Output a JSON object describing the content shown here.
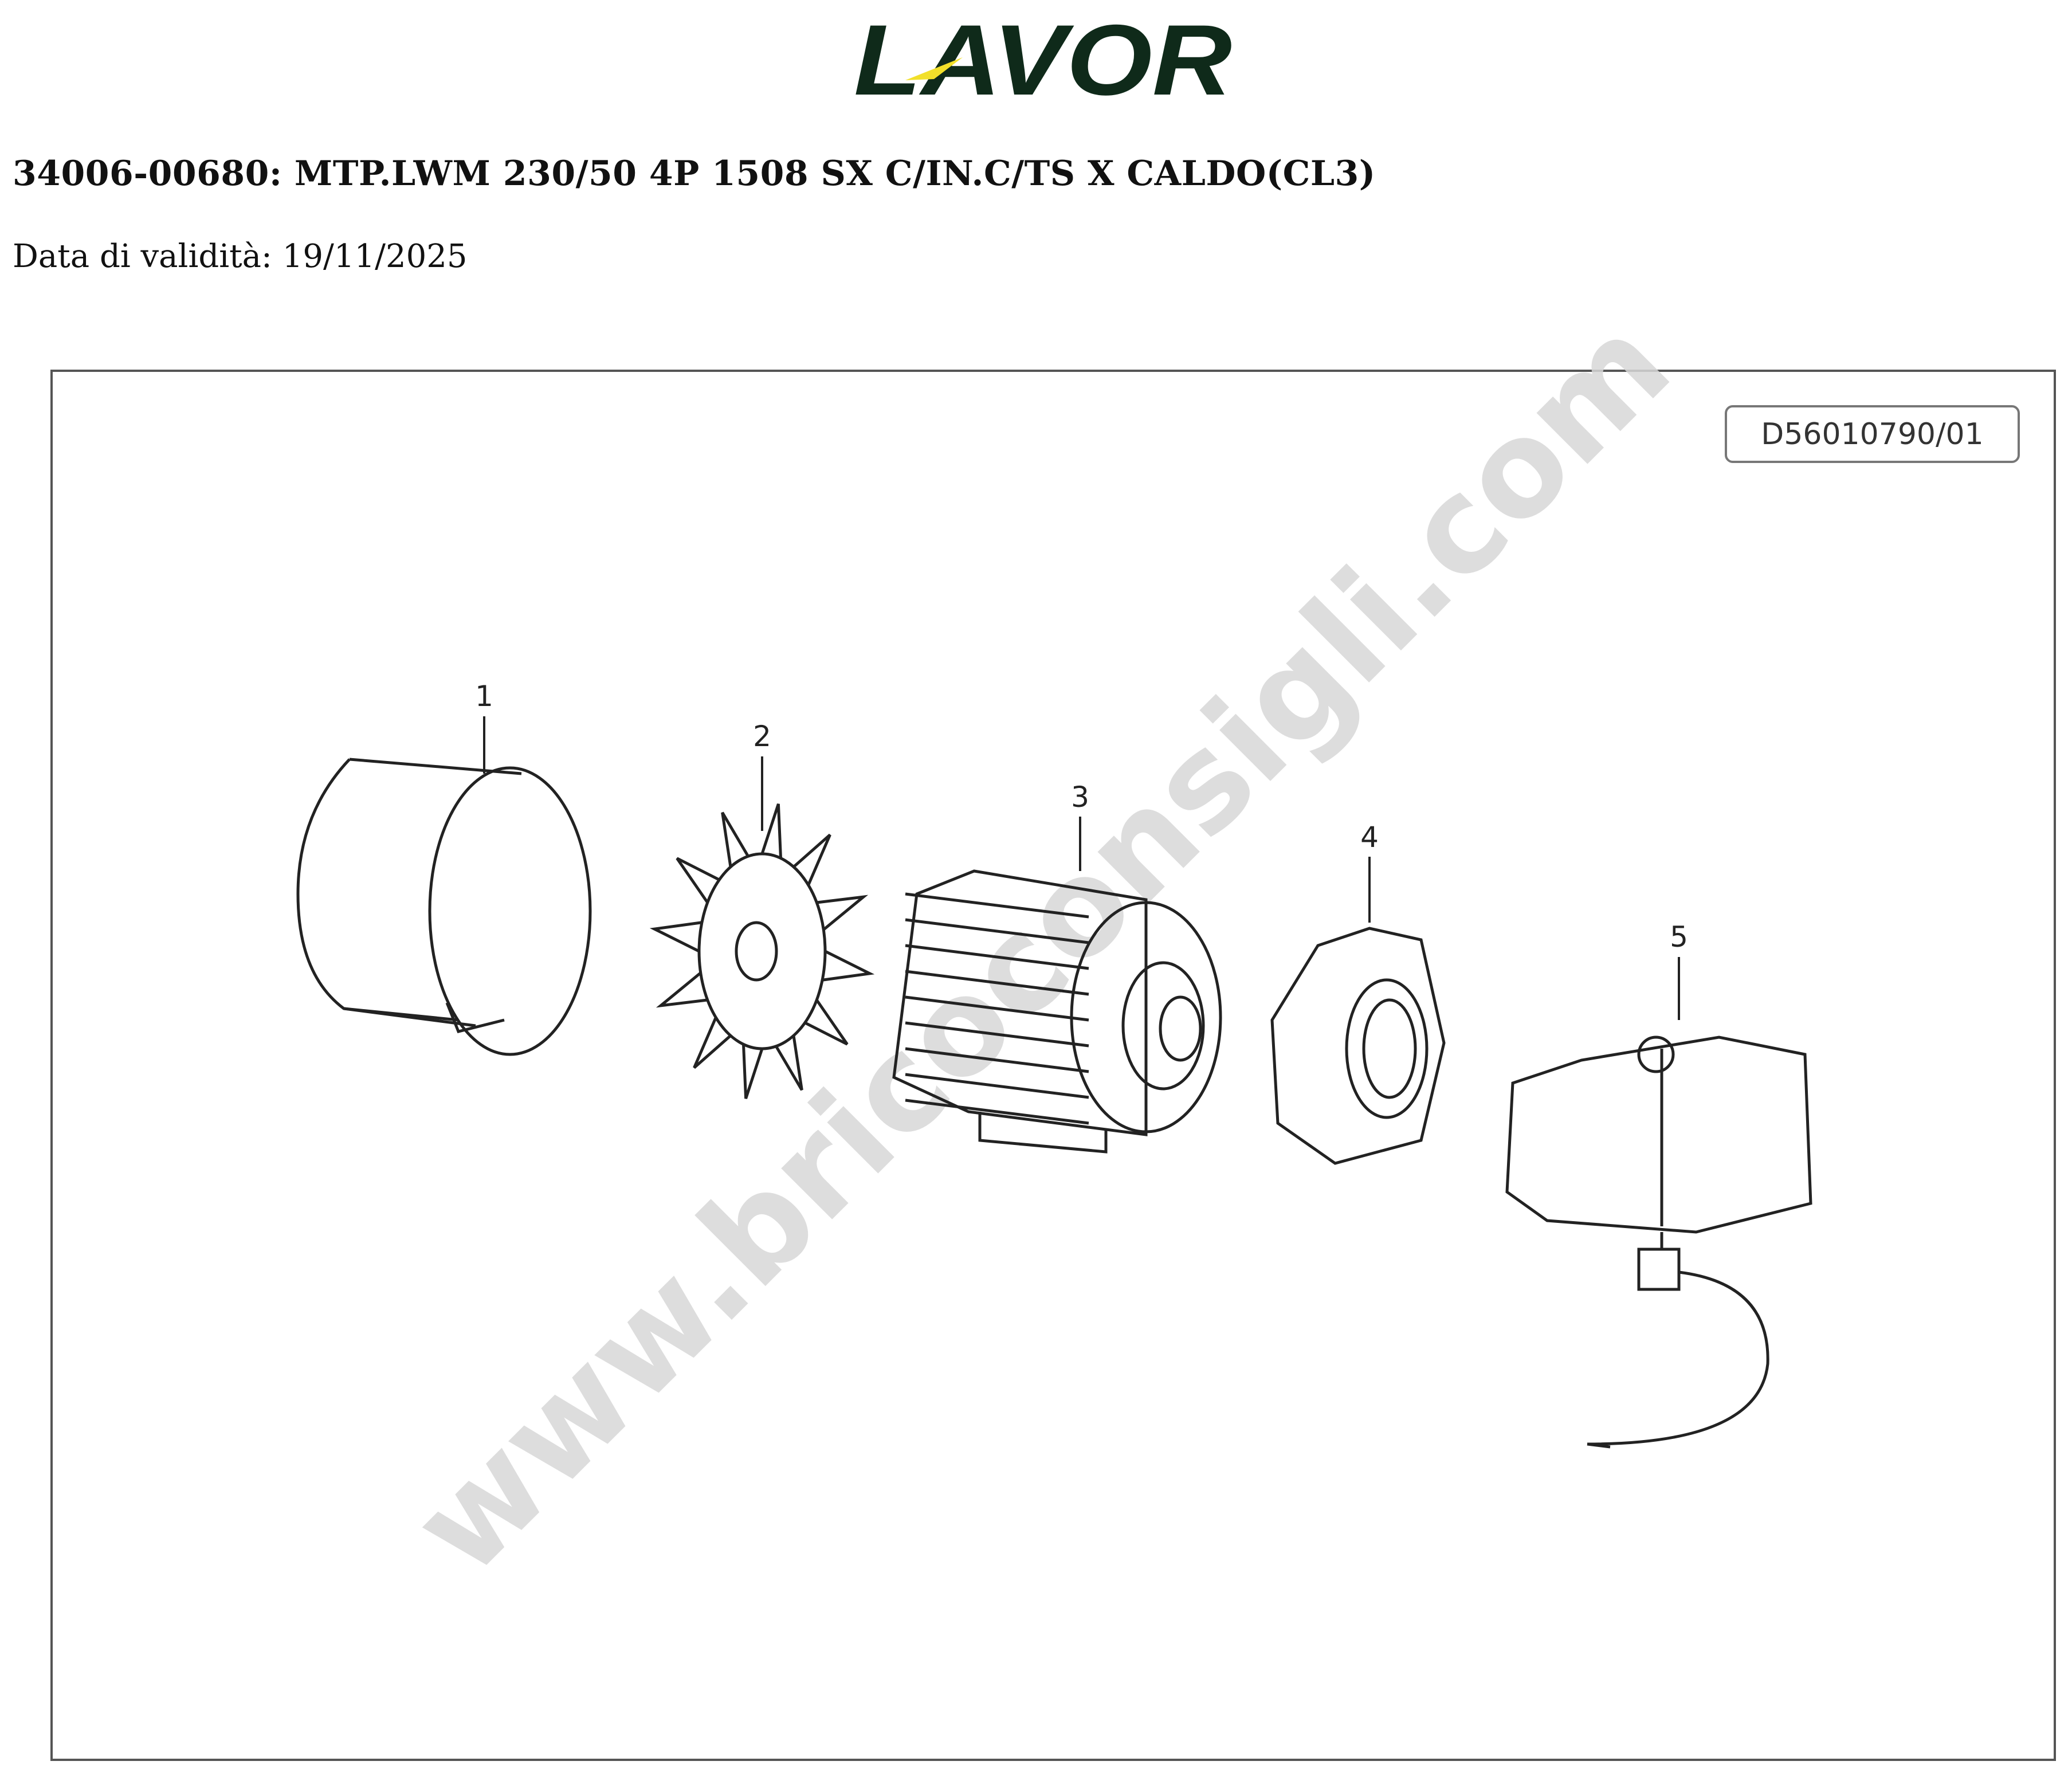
{
  "logo": {
    "text": "LAVOR",
    "colors": {
      "letters": "#0f2a1a",
      "accent": "#f2e02a"
    }
  },
  "header": {
    "title": "34006-00680: MTP.LWM 230/50 4P 1508 SX C/IN.C/TS X CALDO(CL3)",
    "validity": "Data di validità: 19/11/2025"
  },
  "diagram": {
    "code": "D56010790/01",
    "watermark": "www.bricoconsigli.com",
    "parts": [
      {
        "number": "1",
        "icon": "fan-cover"
      },
      {
        "number": "2",
        "icon": "fan"
      },
      {
        "number": "3",
        "icon": "motor-body"
      },
      {
        "number": "4",
        "icon": "flange"
      },
      {
        "number": "5",
        "icon": "pump"
      }
    ]
  }
}
